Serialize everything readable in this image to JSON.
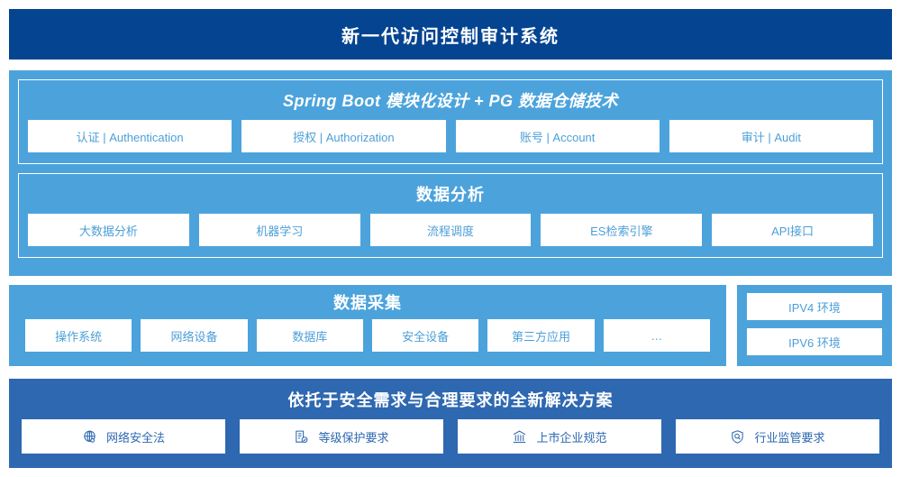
{
  "header": {
    "title": "新一代访问控制审计系统"
  },
  "colors": {
    "header_bg": "#044491",
    "panel_light_blue": "#4CA3DC",
    "panel_dark_blue": "#2E68B0",
    "card_text_blue": "#4C9FD8",
    "card_bg": "#FFFFFF"
  },
  "upper_panel": {
    "groups": [
      {
        "title": "Spring Boot 模块化设计 + PG 数据仓储技术",
        "cards": [
          {
            "label": "认证 | Authentication"
          },
          {
            "label": "授权 | Authorization"
          },
          {
            "label": "账号 | Account"
          },
          {
            "label": "审计 | Audit"
          }
        ]
      },
      {
        "title": "数据分析",
        "cards": [
          {
            "label": "大数据分析"
          },
          {
            "label": "机器学习"
          },
          {
            "label": "流程调度"
          },
          {
            "label": "ES检索引擎"
          },
          {
            "label": "API接口"
          }
        ]
      }
    ]
  },
  "collection_panel": {
    "title": "数据采集",
    "cards": [
      {
        "label": "操作系统"
      },
      {
        "label": "网络设备"
      },
      {
        "label": "数据库"
      },
      {
        "label": "安全设备"
      },
      {
        "label": "第三方应用"
      },
      {
        "label": "…"
      }
    ]
  },
  "ip_panel": {
    "items": [
      {
        "label": "IPV4 环境"
      },
      {
        "label": "IPV6 环境"
      }
    ]
  },
  "bottom_panel": {
    "title": "依托于安全需求与合理要求的全新解决方案",
    "cards": [
      {
        "label": "网络安全法",
        "icon": "globe-icon"
      },
      {
        "label": "等级保护要求",
        "icon": "document-check-icon"
      },
      {
        "label": "上市企业规范",
        "icon": "bank-icon"
      },
      {
        "label": "行业监管要求",
        "icon": "shield-search-icon"
      }
    ]
  }
}
